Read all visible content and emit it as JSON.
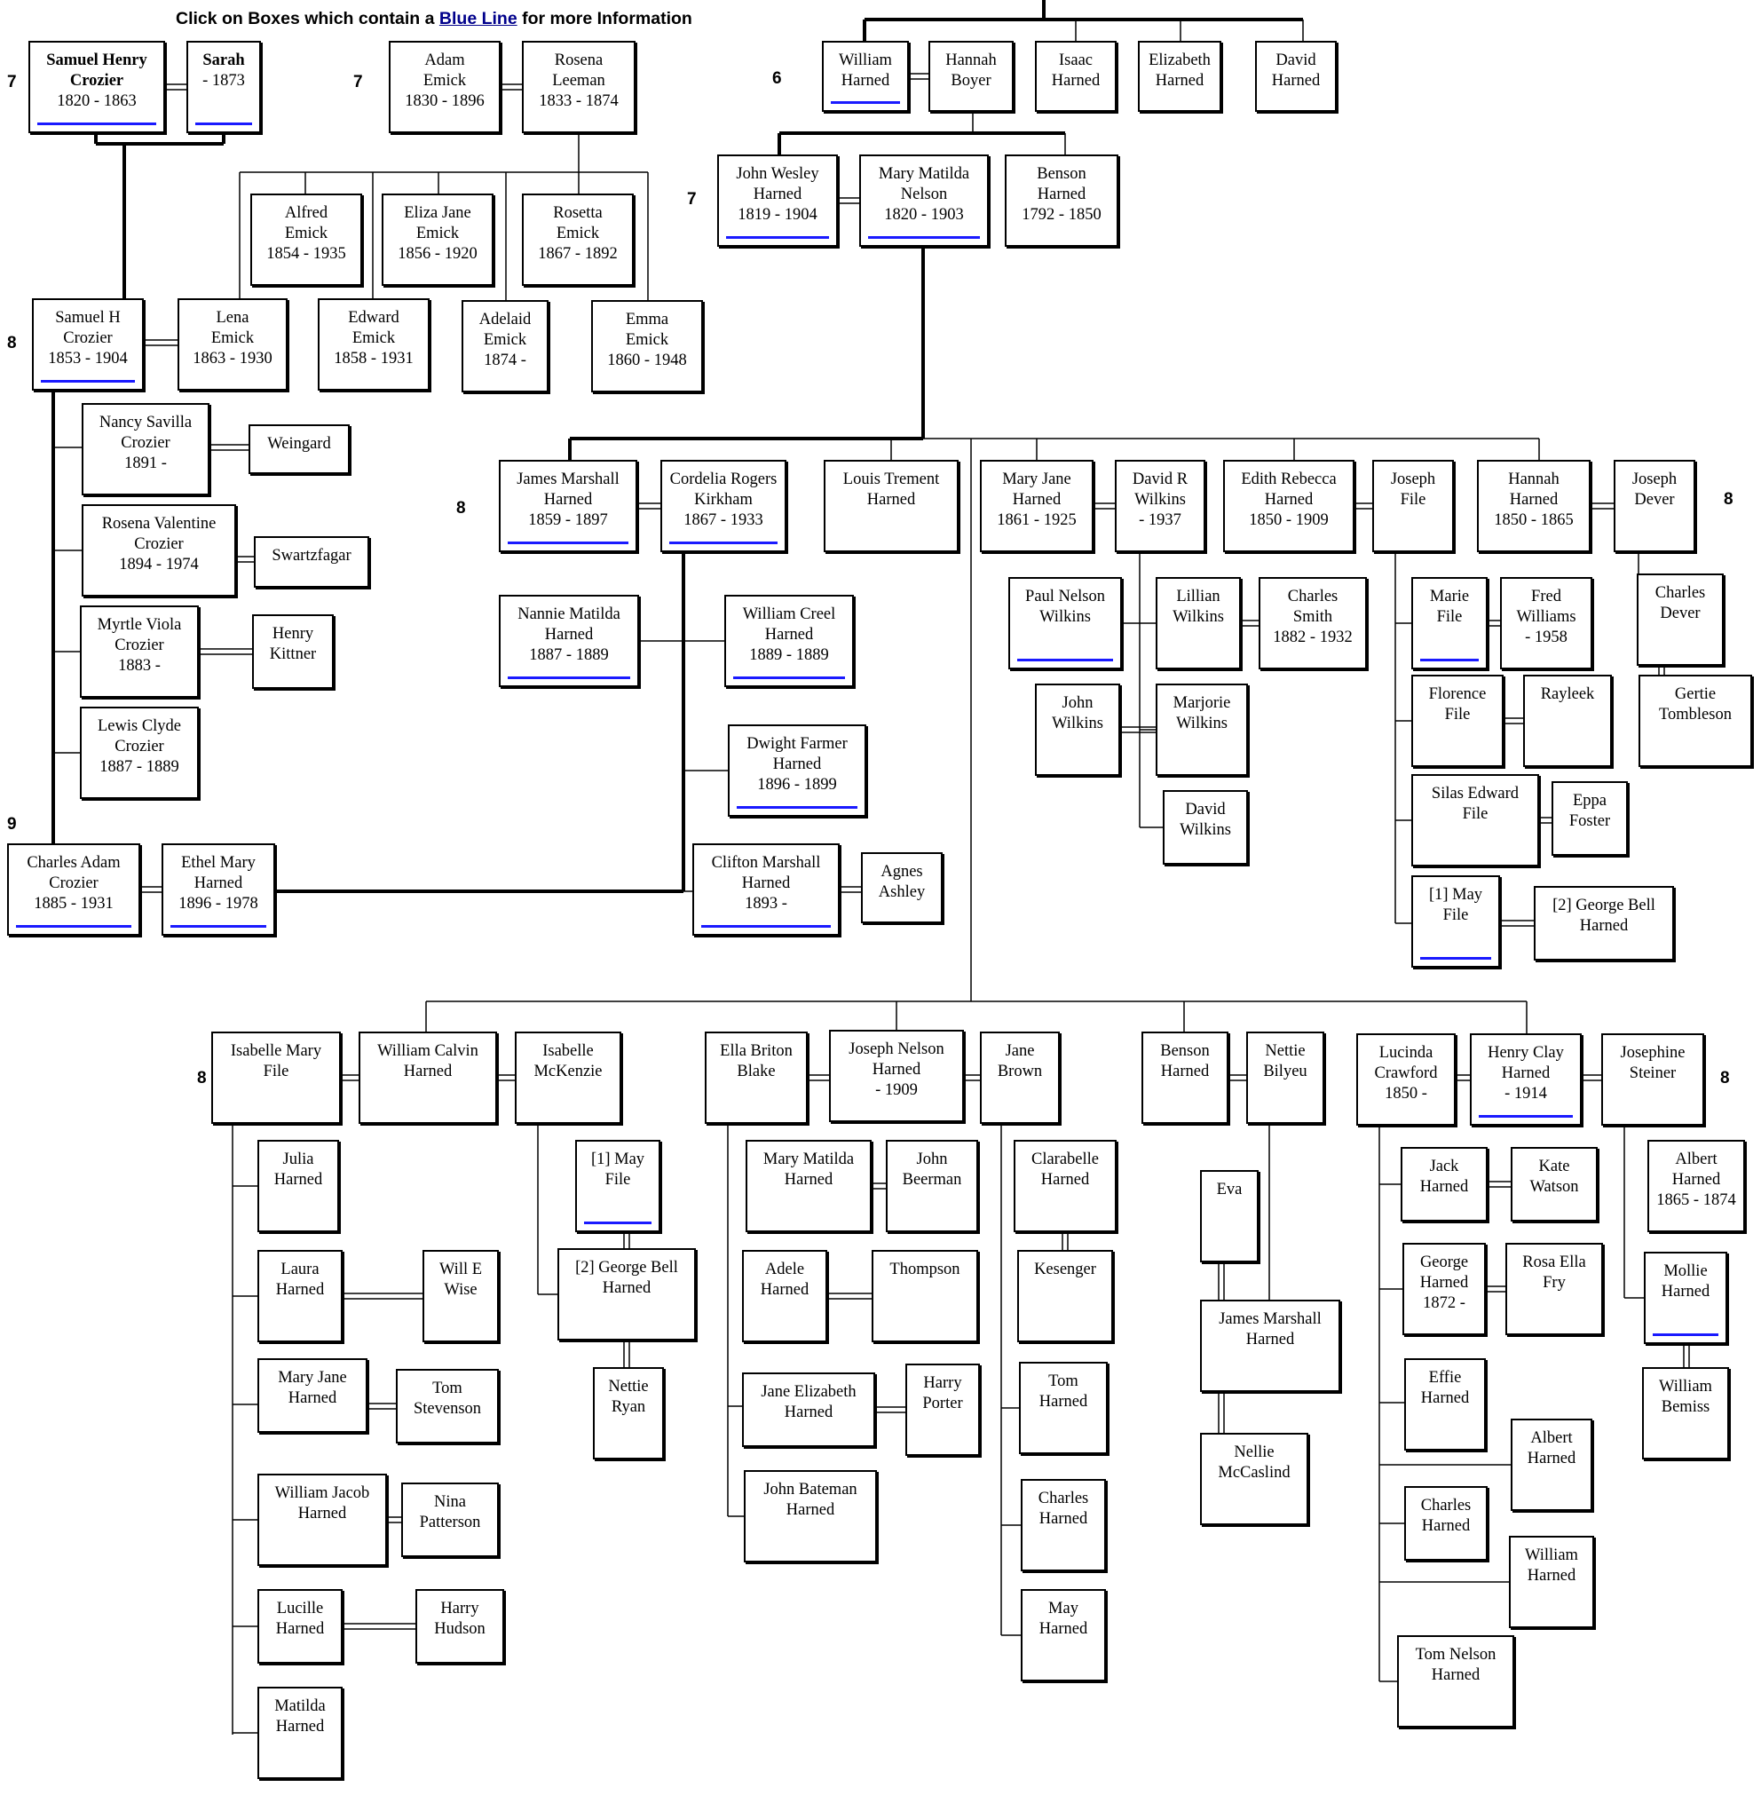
{
  "header": {
    "before": "Click on Boxes which contain a ",
    "link": "Blue Line",
    "after": " for more Information"
  },
  "generation_labels": [
    "6",
    "7",
    "7",
    "7",
    "8",
    "8",
    "8",
    "8",
    "8",
    "9"
  ],
  "legend_colors": {
    "info_marker": "#1a1aff",
    "lines": "#000000"
  },
  "people": [
    {
      "id": "samuel_henry_crozier",
      "lines": [
        "Samuel Henry",
        "Crozier",
        "1820 - 1863"
      ],
      "bold": [
        0,
        1
      ],
      "info": true
    },
    {
      "id": "sarah",
      "lines": [
        "Sarah",
        "- 1873"
      ],
      "bold": [
        0
      ],
      "info": true
    },
    {
      "id": "adam_emick",
      "lines": [
        "Adam",
        "Emick",
        "1830 - 1896"
      ]
    },
    {
      "id": "rosena_leeman",
      "lines": [
        "Rosena",
        "Leeman",
        "1833 - 1874"
      ]
    },
    {
      "id": "alfred_emick",
      "lines": [
        "Alfred",
        "Emick",
        "1854 - 1935"
      ]
    },
    {
      "id": "eliza_jane_emick",
      "lines": [
        "Eliza Jane",
        "Emick",
        "1856 - 1920"
      ]
    },
    {
      "id": "rosetta_emick",
      "lines": [
        "Rosetta",
        "Emick",
        "1867 - 1892"
      ]
    },
    {
      "id": "samuel_h_crozier",
      "lines": [
        "Samuel H",
        "Crozier",
        "1853 - 1904"
      ],
      "info": true
    },
    {
      "id": "lena_emick",
      "lines": [
        "Lena",
        "Emick",
        "1863 - 1930"
      ]
    },
    {
      "id": "edward_emick",
      "lines": [
        "Edward",
        "Emick",
        "1858 - 1931"
      ]
    },
    {
      "id": "adelaid_emick",
      "lines": [
        "Adelaid",
        "Emick",
        "1874 -"
      ]
    },
    {
      "id": "emma_emick",
      "lines": [
        "Emma",
        "Emick",
        "1860 - 1948"
      ]
    },
    {
      "id": "nancy_savilla_crozier",
      "lines": [
        "Nancy Savilla",
        "Crozier",
        "1891 -"
      ]
    },
    {
      "id": "weingard",
      "lines": [
        "Weingard"
      ]
    },
    {
      "id": "rosena_valentine_crozier",
      "lines": [
        "Rosena Valentine",
        "Crozier",
        "1894 - 1974"
      ]
    },
    {
      "id": "swartzfagar",
      "lines": [
        "Swartzfagar"
      ]
    },
    {
      "id": "myrtle_viola_crozier",
      "lines": [
        "Myrtle Viola",
        "Crozier",
        "1883 -"
      ]
    },
    {
      "id": "henry_kittner",
      "lines": [
        "Henry",
        "Kittner"
      ]
    },
    {
      "id": "lewis_clyde_crozier",
      "lines": [
        "Lewis Clyde",
        "Crozier",
        "1887 - 1889"
      ]
    },
    {
      "id": "charles_adam_crozier",
      "lines": [
        "Charles Adam",
        "Crozier",
        "1885 - 1931"
      ],
      "info": true
    },
    {
      "id": "ethel_mary_harned",
      "lines": [
        "Ethel Mary",
        "Harned",
        "1896 - 1978"
      ],
      "info": true
    },
    {
      "id": "william_harned",
      "lines": [
        "William",
        "Harned"
      ],
      "info": true
    },
    {
      "id": "hannah_boyer",
      "lines": [
        "Hannah",
        "Boyer"
      ]
    },
    {
      "id": "isaac_harned",
      "lines": [
        "Isaac",
        "Harned"
      ]
    },
    {
      "id": "elizabeth_harned",
      "lines": [
        "Elizabeth",
        "Harned"
      ]
    },
    {
      "id": "david_harned",
      "lines": [
        "David",
        "Harned"
      ]
    },
    {
      "id": "john_wesley_harned",
      "lines": [
        "John Wesley",
        "Harned",
        "1819 - 1904"
      ],
      "info": true
    },
    {
      "id": "mary_matilda_nelson",
      "lines": [
        "Mary Matilda",
        "Nelson",
        "1820 - 1903"
      ],
      "info": true
    },
    {
      "id": "benson_harned_1792",
      "lines": [
        "Benson",
        "Harned",
        "1792 - 1850"
      ]
    },
    {
      "id": "james_marshall_harned",
      "lines": [
        "James Marshall",
        "Harned",
        "1859 - 1897"
      ],
      "info": true
    },
    {
      "id": "cordelia_rogers_kirkham",
      "lines": [
        "Cordelia Rogers",
        "Kirkham",
        "1867 - 1933"
      ],
      "info": true
    },
    {
      "id": "louis_trement_harned",
      "lines": [
        "Louis Trement",
        "Harned"
      ]
    },
    {
      "id": "mary_jane_harned_1861",
      "lines": [
        "Mary Jane",
        "Harned",
        "1861 - 1925"
      ]
    },
    {
      "id": "david_r_wilkins",
      "lines": [
        "David R",
        "Wilkins",
        "- 1937"
      ]
    },
    {
      "id": "edith_rebecca_harned",
      "lines": [
        "Edith Rebecca",
        "Harned",
        "1850 - 1909"
      ]
    },
    {
      "id": "joseph_file",
      "lines": [
        "Joseph",
        "File"
      ]
    },
    {
      "id": "hannah_harned",
      "lines": [
        "Hannah",
        "Harned",
        "1850 - 1865"
      ]
    },
    {
      "id": "joseph_dever",
      "lines": [
        "Joseph",
        "Dever"
      ]
    },
    {
      "id": "nannie_matilda_harned",
      "lines": [
        "Nannie Matilda",
        "Harned",
        "1887 - 1889"
      ],
      "info": true
    },
    {
      "id": "william_creel_harned",
      "lines": [
        "William Creel",
        "Harned",
        "1889 - 1889"
      ],
      "info": true
    },
    {
      "id": "dwight_farmer_harned",
      "lines": [
        "Dwight Farmer",
        "Harned",
        "1896 - 1899"
      ],
      "info": true
    },
    {
      "id": "clifton_marshall_harned",
      "lines": [
        "Clifton Marshall",
        "Harned",
        "1893 -"
      ],
      "info": true
    },
    {
      "id": "agnes_ashley",
      "lines": [
        "Agnes",
        "Ashley"
      ]
    },
    {
      "id": "paul_nelson_wilkins",
      "lines": [
        "Paul Nelson",
        "Wilkins"
      ],
      "info": true
    },
    {
      "id": "lillian_wilkins",
      "lines": [
        "Lillian",
        "Wilkins"
      ]
    },
    {
      "id": "charles_smith",
      "lines": [
        "Charles",
        "Smith",
        "1882 - 1932"
      ]
    },
    {
      "id": "john_wilkins",
      "lines": [
        "John",
        "Wilkins"
      ]
    },
    {
      "id": "marjorie_wilkins",
      "lines": [
        "Marjorie",
        "Wilkins"
      ]
    },
    {
      "id": "david_wilkins",
      "lines": [
        "David",
        "Wilkins"
      ]
    },
    {
      "id": "marie_file",
      "lines": [
        "Marie",
        "File"
      ],
      "info": true
    },
    {
      "id": "fred_williams",
      "lines": [
        "Fred",
        "Williams",
        "- 1958"
      ]
    },
    {
      "id": "florence_file",
      "lines": [
        "Florence",
        "File"
      ]
    },
    {
      "id": "rayleek",
      "lines": [
        "Rayleek"
      ]
    },
    {
      "id": "silas_edward_file",
      "lines": [
        "Silas Edward",
        "File"
      ]
    },
    {
      "id": "eppa_foster",
      "lines": [
        "Eppa",
        "Foster"
      ]
    },
    {
      "id": "may_file_1",
      "lines": [
        "[1] May",
        "File"
      ],
      "info": true
    },
    {
      "id": "george_bell_harned_1",
      "lines": [
        "[2] George Bell",
        "Harned"
      ]
    },
    {
      "id": "charles_dever",
      "lines": [
        "Charles",
        "Dever"
      ]
    },
    {
      "id": "gertie_tombleson",
      "lines": [
        "Gertie",
        "Tombleson"
      ]
    },
    {
      "id": "isabelle_mary_file",
      "lines": [
        "Isabelle Mary",
        "File"
      ]
    },
    {
      "id": "william_calvin_harned",
      "lines": [
        "William Calvin",
        "Harned"
      ]
    },
    {
      "id": "isabelle_mckenzie",
      "lines": [
        "Isabelle",
        "McKenzie"
      ]
    },
    {
      "id": "ella_briton_blake",
      "lines": [
        "Ella Briton",
        "Blake"
      ]
    },
    {
      "id": "joseph_nelson_harned",
      "lines": [
        "Joseph Nelson",
        "Harned",
        "- 1909"
      ]
    },
    {
      "id": "jane_brown",
      "lines": [
        "Jane",
        "Brown"
      ]
    },
    {
      "id": "benson_harned",
      "lines": [
        "Benson",
        "Harned"
      ]
    },
    {
      "id": "nettie_bilyeu",
      "lines": [
        "Nettie",
        "Bilyeu"
      ]
    },
    {
      "id": "lucinda_crawford",
      "lines": [
        "Lucinda",
        "Crawford",
        "1850 -"
      ]
    },
    {
      "id": "henry_clay_harned",
      "lines": [
        "Henry Clay",
        "Harned",
        "- 1914"
      ],
      "info": true
    },
    {
      "id": "josephine_steiner",
      "lines": [
        "Josephine",
        "Steiner"
      ]
    },
    {
      "id": "julia_harned",
      "lines": [
        "Julia",
        "Harned"
      ]
    },
    {
      "id": "laura_harned",
      "lines": [
        "Laura",
        "Harned"
      ]
    },
    {
      "id": "will_e_wise",
      "lines": [
        "Will E",
        "Wise"
      ]
    },
    {
      "id": "mary_jane_harned",
      "lines": [
        "Mary Jane",
        "Harned"
      ]
    },
    {
      "id": "tom_stevenson",
      "lines": [
        "Tom",
        "Stevenson"
      ]
    },
    {
      "id": "william_jacob_harned",
      "lines": [
        "William Jacob",
        "Harned"
      ]
    },
    {
      "id": "nina_patterson",
      "lines": [
        "Nina",
        "Patterson"
      ]
    },
    {
      "id": "lucille_harned",
      "lines": [
        "Lucille",
        "Harned"
      ]
    },
    {
      "id": "harry_hudson",
      "lines": [
        "Harry",
        "Hudson"
      ]
    },
    {
      "id": "matilda_harned",
      "lines": [
        "Matilda",
        "Harned"
      ]
    },
    {
      "id": "may_file_2",
      "lines": [
        "[1] May",
        "File"
      ],
      "info": true
    },
    {
      "id": "george_bell_harned_2",
      "lines": [
        "[2] George Bell",
        "Harned"
      ]
    },
    {
      "id": "nettie_ryan",
      "lines": [
        "Nettie",
        "Ryan"
      ]
    },
    {
      "id": "mary_matilda_harned",
      "lines": [
        "Mary Matilda",
        "Harned"
      ]
    },
    {
      "id": "john_beerman",
      "lines": [
        "John",
        "Beerman"
      ]
    },
    {
      "id": "adele_harned",
      "lines": [
        "Adele",
        "Harned"
      ]
    },
    {
      "id": "thompson",
      "lines": [
        "Thompson"
      ]
    },
    {
      "id": "jane_elizabeth_harned",
      "lines": [
        "Jane Elizabeth",
        "Harned"
      ]
    },
    {
      "id": "harry_porter",
      "lines": [
        "Harry",
        "Porter"
      ]
    },
    {
      "id": "john_bateman_harned",
      "lines": [
        "John Bateman",
        "Harned"
      ]
    },
    {
      "id": "clarabelle_harned",
      "lines": [
        "Clarabelle",
        "Harned"
      ]
    },
    {
      "id": "kesenger",
      "lines": [
        "Kesenger"
      ]
    },
    {
      "id": "tom_harned",
      "lines": [
        "Tom",
        "Harned"
      ]
    },
    {
      "id": "charles_harned_jb",
      "lines": [
        "Charles",
        "Harned"
      ]
    },
    {
      "id": "may_harned",
      "lines": [
        "May",
        "Harned"
      ]
    },
    {
      "id": "eva",
      "lines": [
        "Eva"
      ]
    },
    {
      "id": "james_marshall_harned_2",
      "lines": [
        "James Marshall",
        "Harned"
      ]
    },
    {
      "id": "nellie_mccaslind",
      "lines": [
        "Nellie",
        "McCaslind"
      ]
    },
    {
      "id": "jack_harned",
      "lines": [
        "Jack",
        "Harned"
      ]
    },
    {
      "id": "kate_watson",
      "lines": [
        "Kate",
        "Watson"
      ]
    },
    {
      "id": "george_harned",
      "lines": [
        "George",
        "Harned",
        "1872 -"
      ]
    },
    {
      "id": "rosa_ella_fry",
      "lines": [
        "Rosa Ella",
        "Fry"
      ]
    },
    {
      "id": "effie_harned",
      "lines": [
        "Effie",
        "Harned"
      ]
    },
    {
      "id": "albert_harned",
      "lines": [
        "Albert",
        "Harned"
      ]
    },
    {
      "id": "charles_harned",
      "lines": [
        "Charles",
        "Harned"
      ]
    },
    {
      "id": "william_harned_2",
      "lines": [
        "William",
        "Harned"
      ]
    },
    {
      "id": "tom_nelson_harned",
      "lines": [
        "Tom Nelson",
        "Harned"
      ]
    },
    {
      "id": "albert_harned_1865",
      "lines": [
        "Albert",
        "Harned",
        "1865 - 1874"
      ]
    },
    {
      "id": "mollie_harned",
      "lines": [
        "Mollie",
        "Harned"
      ],
      "info": true
    },
    {
      "id": "william_bemiss",
      "lines": [
        "William",
        "Bemiss"
      ]
    }
  ]
}
